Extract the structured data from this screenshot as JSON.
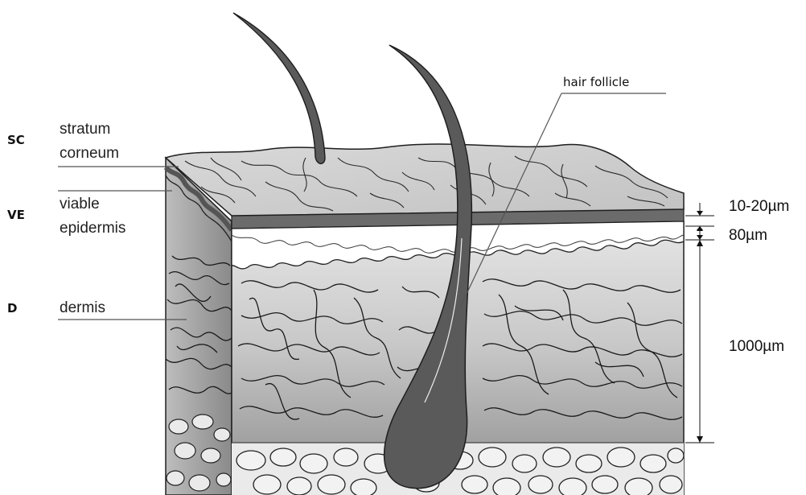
{
  "layers": [
    {
      "abbr": "SC",
      "name_line1": "stratum",
      "name_line2": "corneum"
    },
    {
      "abbr": "VE",
      "name_line1": "viable",
      "name_line2": "epidermis"
    },
    {
      "abbr": "D",
      "name_line1": "dermis",
      "name_line2": ""
    }
  ],
  "callout": {
    "label": "hair follicle"
  },
  "measurements": [
    {
      "label": "10-20µm"
    },
    {
      "label": "80µm"
    },
    {
      "label": "1000µm"
    }
  ],
  "colors": {
    "surface": "#dedede",
    "epidermis_band": "#6b6b6b",
    "dermis_front": "#c4c4c4",
    "dermis_side": "#8e8e8e",
    "subcutis": "#eaeaea",
    "hair": "#5a5a5a",
    "outline": "#1e1e1e"
  }
}
